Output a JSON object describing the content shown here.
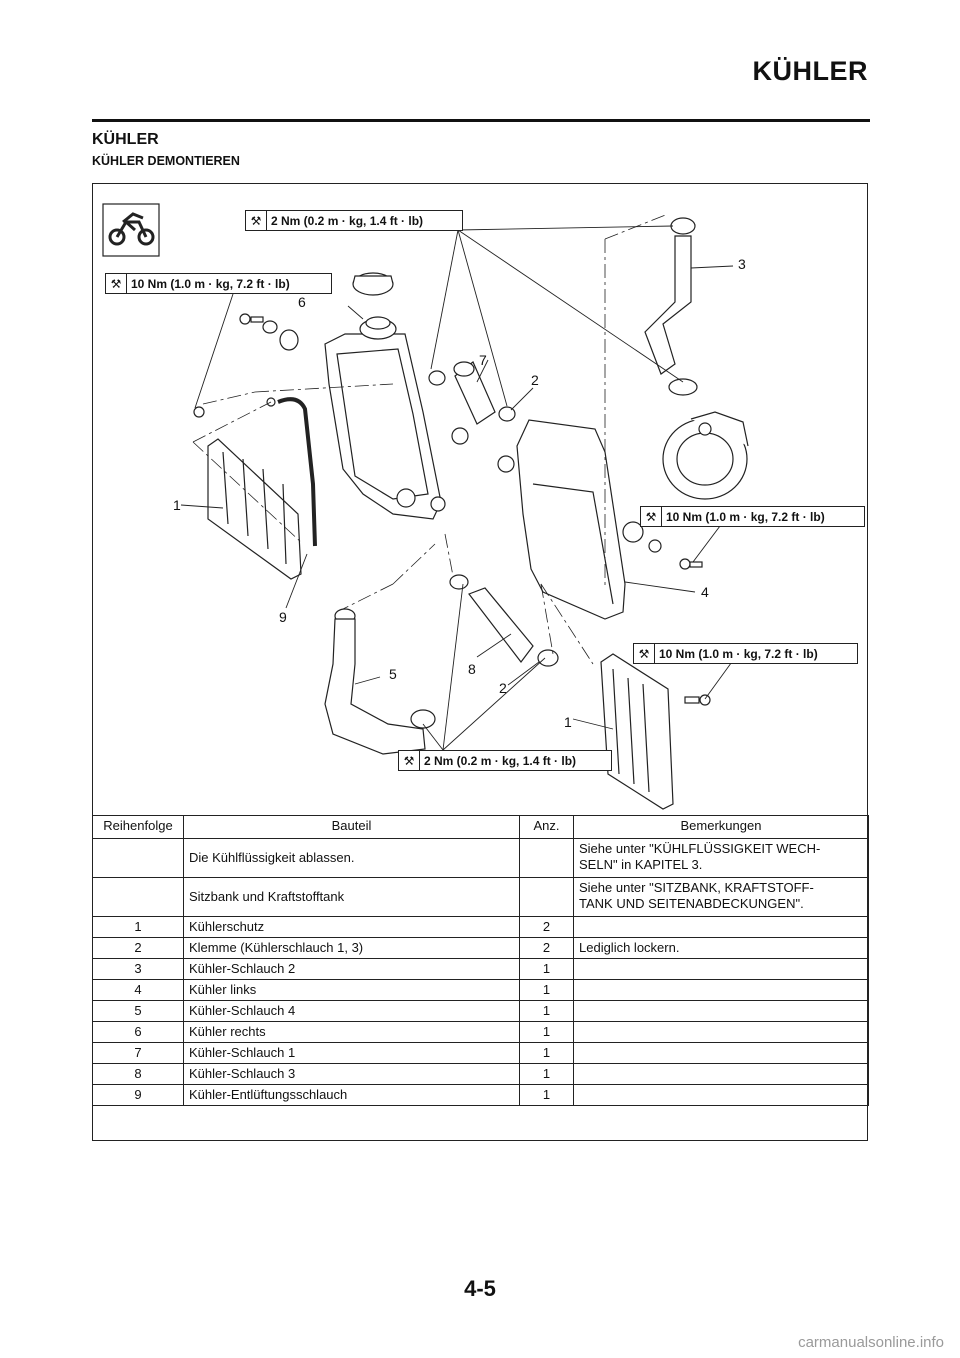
{
  "header": {
    "title": "KÜHLER"
  },
  "section": {
    "title": "KÜHLER",
    "subtitle": "KÜHLER DEMONTIEREN"
  },
  "diagram": {
    "torque_labels": [
      "2 Nm (0.2 m · kg, 1.4 ft · lb)",
      "10 Nm (1.0 m · kg, 7.2 ft · lb)",
      "10 Nm (1.0 m · kg, 7.2 ft · lb)",
      "10 Nm (1.0 m · kg, 7.2 ft · lb)",
      "2 Nm (0.2 m · kg, 1.4 ft · lb)"
    ],
    "callouts": [
      "6",
      "3",
      "7",
      "2",
      "1",
      "4",
      "9",
      "8",
      "5",
      "2",
      "1"
    ]
  },
  "table": {
    "headers": [
      "Reihenfolge",
      "Bauteil",
      "Anz.",
      "Bemerkungen"
    ],
    "rows": [
      {
        "order": "",
        "part": "Die Kühlflüssigkeit ablassen.",
        "qty": "",
        "remarks": "Siehe unter \"KÜHLFLÜSSIGKEIT WECH-\nSELN\" in KAPITEL 3."
      },
      {
        "order": "",
        "part": "Sitzbank und Kraftstofftank",
        "qty": "",
        "remarks": "Siehe unter \"SITZBANK, KRAFTSTOFF-\nTANK UND SEITENABDECKUNGEN\"."
      },
      {
        "order": "1",
        "part": "Kühlerschutz",
        "qty": "2",
        "remarks": ""
      },
      {
        "order": "2",
        "part": "Klemme (Kühlerschlauch 1, 3)",
        "qty": "2",
        "remarks": "Lediglich lockern."
      },
      {
        "order": "3",
        "part": "Kühler-Schlauch 2",
        "qty": "1",
        "remarks": ""
      },
      {
        "order": "4",
        "part": "Kühler links",
        "qty": "1",
        "remarks": ""
      },
      {
        "order": "5",
        "part": "Kühler-Schlauch 4",
        "qty": "1",
        "remarks": ""
      },
      {
        "order": "6",
        "part": "Kühler rechts",
        "qty": "1",
        "remarks": ""
      },
      {
        "order": "7",
        "part": "Kühler-Schlauch 1",
        "qty": "1",
        "remarks": ""
      },
      {
        "order": "8",
        "part": "Kühler-Schlauch 3",
        "qty": "1",
        "remarks": ""
      },
      {
        "order": "9",
        "part": "Kühler-Entlüftungsschlauch",
        "qty": "1",
        "remarks": ""
      }
    ]
  },
  "footer": {
    "page_number": "4-5",
    "watermark": "carmanualsonline.info"
  }
}
